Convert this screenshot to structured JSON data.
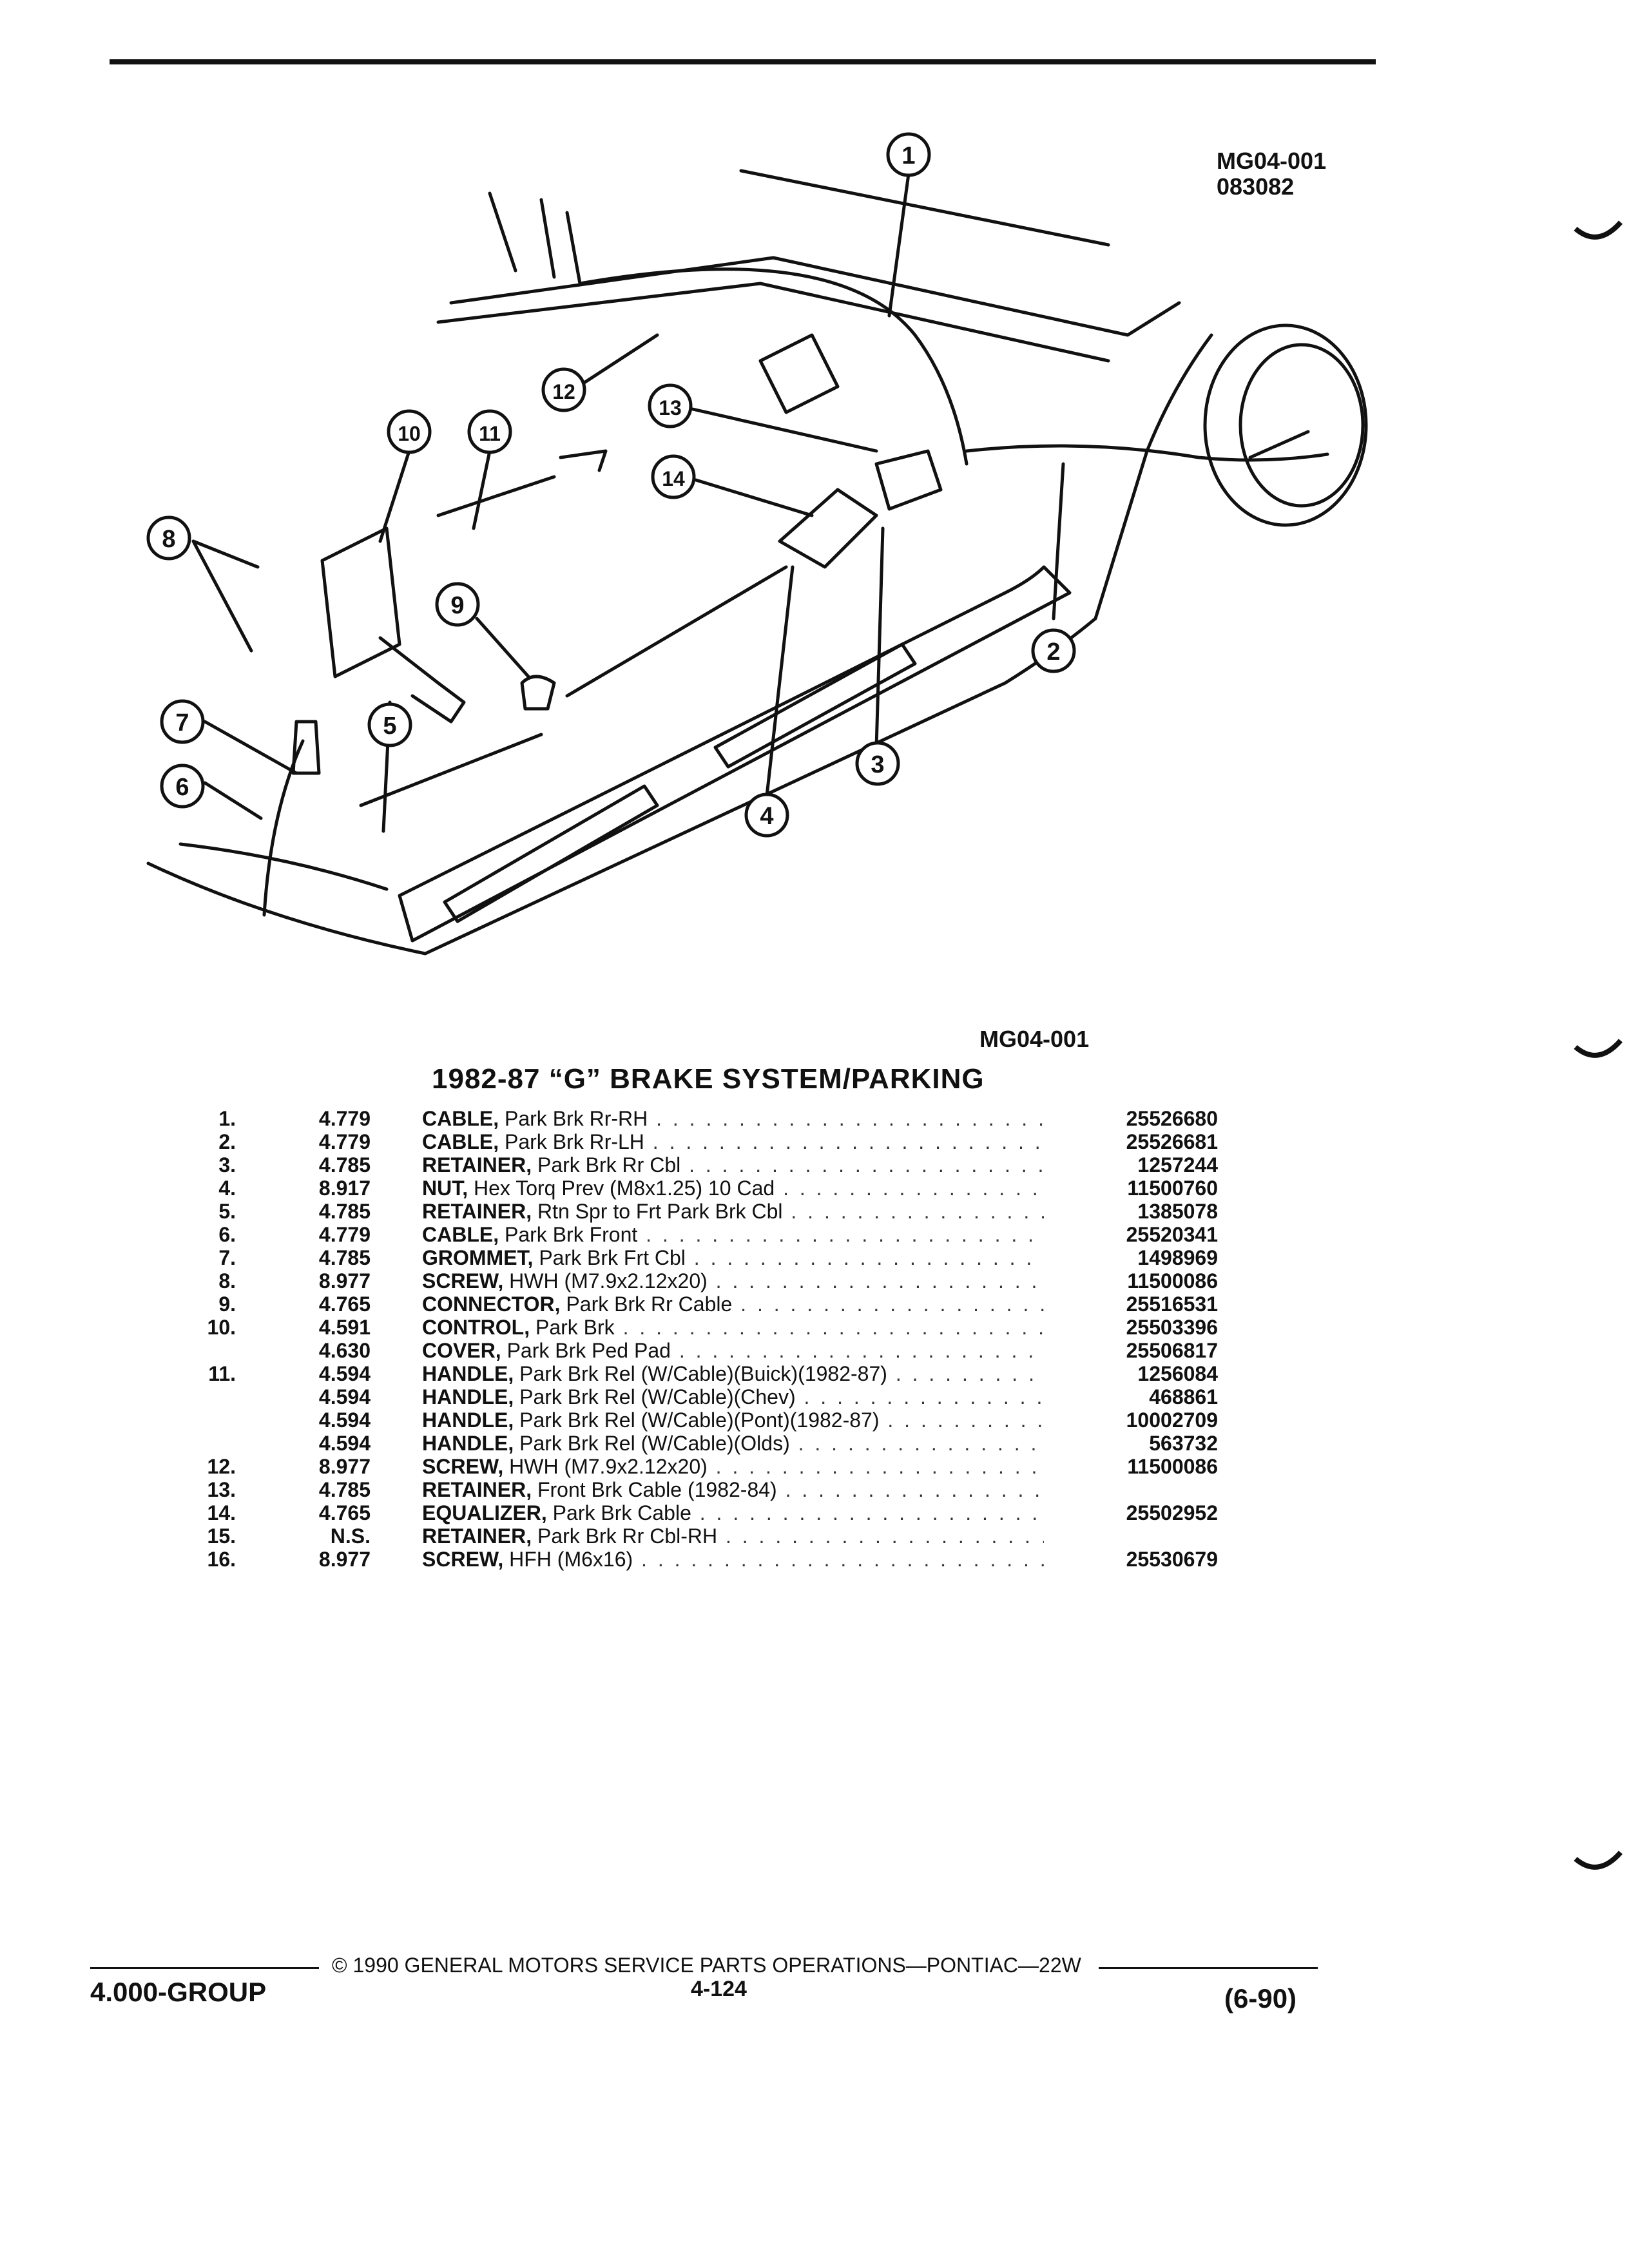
{
  "diagram": {
    "code_lines": [
      "MG04-001",
      "083082"
    ],
    "figure_code": "MG04-001",
    "callouts": [
      "1",
      "2",
      "3",
      "4",
      "5",
      "6",
      "7",
      "8",
      "9",
      "10",
      "11",
      "12",
      "13",
      "14"
    ]
  },
  "title": "1982-87 “G” BRAKE SYSTEM/PARKING",
  "parts": [
    {
      "ref": "1.",
      "group": "4.779",
      "name": "CABLE,",
      "desc": "Park Brk Rr-RH",
      "part_no": "25526680"
    },
    {
      "ref": "2.",
      "group": "4.779",
      "name": "CABLE,",
      "desc": "Park Brk Rr-LH",
      "part_no": "25526681"
    },
    {
      "ref": "3.",
      "group": "4.785",
      "name": "RETAINER,",
      "desc": "Park Brk Rr Cbl",
      "part_no": "1257244"
    },
    {
      "ref": "4.",
      "group": "8.917",
      "name": "NUT,",
      "desc": "Hex Torq Prev (M8x1.25) 10 Cad",
      "part_no": "11500760"
    },
    {
      "ref": "5.",
      "group": "4.785",
      "name": "RETAINER,",
      "desc": "Rtn Spr to Frt Park Brk Cbl",
      "part_no": "1385078"
    },
    {
      "ref": "6.",
      "group": "4.779",
      "name": "CABLE,",
      "desc": "Park Brk Front",
      "part_no": "25520341"
    },
    {
      "ref": "7.",
      "group": "4.785",
      "name": "GROMMET,",
      "desc": "Park Brk Frt Cbl",
      "part_no": "1498969"
    },
    {
      "ref": "8.",
      "group": "8.977",
      "name": "SCREW,",
      "desc": "HWH (M7.9x2.12x20)",
      "part_no": "11500086"
    },
    {
      "ref": "9.",
      "group": "4.765",
      "name": "CONNECTOR,",
      "desc": "Park Brk Rr Cable",
      "part_no": "25516531"
    },
    {
      "ref": "10.",
      "group": "4.591",
      "name": "CONTROL,",
      "desc": "Park Brk",
      "part_no": "25503396"
    },
    {
      "ref": "",
      "group": "4.630",
      "name": "COVER,",
      "desc": "Park Brk Ped Pad",
      "part_no": "25506817"
    },
    {
      "ref": "11.",
      "group": "4.594",
      "name": "HANDLE,",
      "desc": "Park Brk Rel (W/Cable)(Buick)(1982-87)",
      "part_no": "1256084"
    },
    {
      "ref": "",
      "group": "4.594",
      "name": "HANDLE,",
      "desc": "Park Brk Rel (W/Cable)(Chev)",
      "part_no": "468861"
    },
    {
      "ref": "",
      "group": "4.594",
      "name": "HANDLE,",
      "desc": "Park Brk Rel (W/Cable)(Pont)(1982-87)",
      "part_no": "10002709"
    },
    {
      "ref": "",
      "group": "4.594",
      "name": "HANDLE,",
      "desc": "Park Brk Rel (W/Cable)(Olds)",
      "part_no": "563732"
    },
    {
      "ref": "12.",
      "group": "8.977",
      "name": "SCREW,",
      "desc": "HWH (M7.9x2.12x20)",
      "part_no": "11500086"
    },
    {
      "ref": "13.",
      "group": "4.785",
      "name": "RETAINER,",
      "desc": "Front Brk Cable (1982-84)",
      "part_no": ""
    },
    {
      "ref": "14.",
      "group": "4.765",
      "name": "EQUALIZER,",
      "desc": "Park Brk Cable",
      "part_no": "25502952"
    },
    {
      "ref": "15.",
      "group": "N.S.",
      "name": "RETAINER,",
      "desc": "Park Brk Rr Cbl-RH",
      "part_no": ""
    },
    {
      "ref": "16.",
      "group": "8.977",
      "name": "SCREW,",
      "desc": "HFH (M6x16)",
      "part_no": "25530679"
    }
  ],
  "footer": {
    "copyright": "© 1990 GENERAL MOTORS SERVICE PARTS OPERATIONS—PONTIAC—22W",
    "group_label": "4.000-GROUP",
    "page_number": "4-124",
    "date_code": "(6-90)"
  }
}
